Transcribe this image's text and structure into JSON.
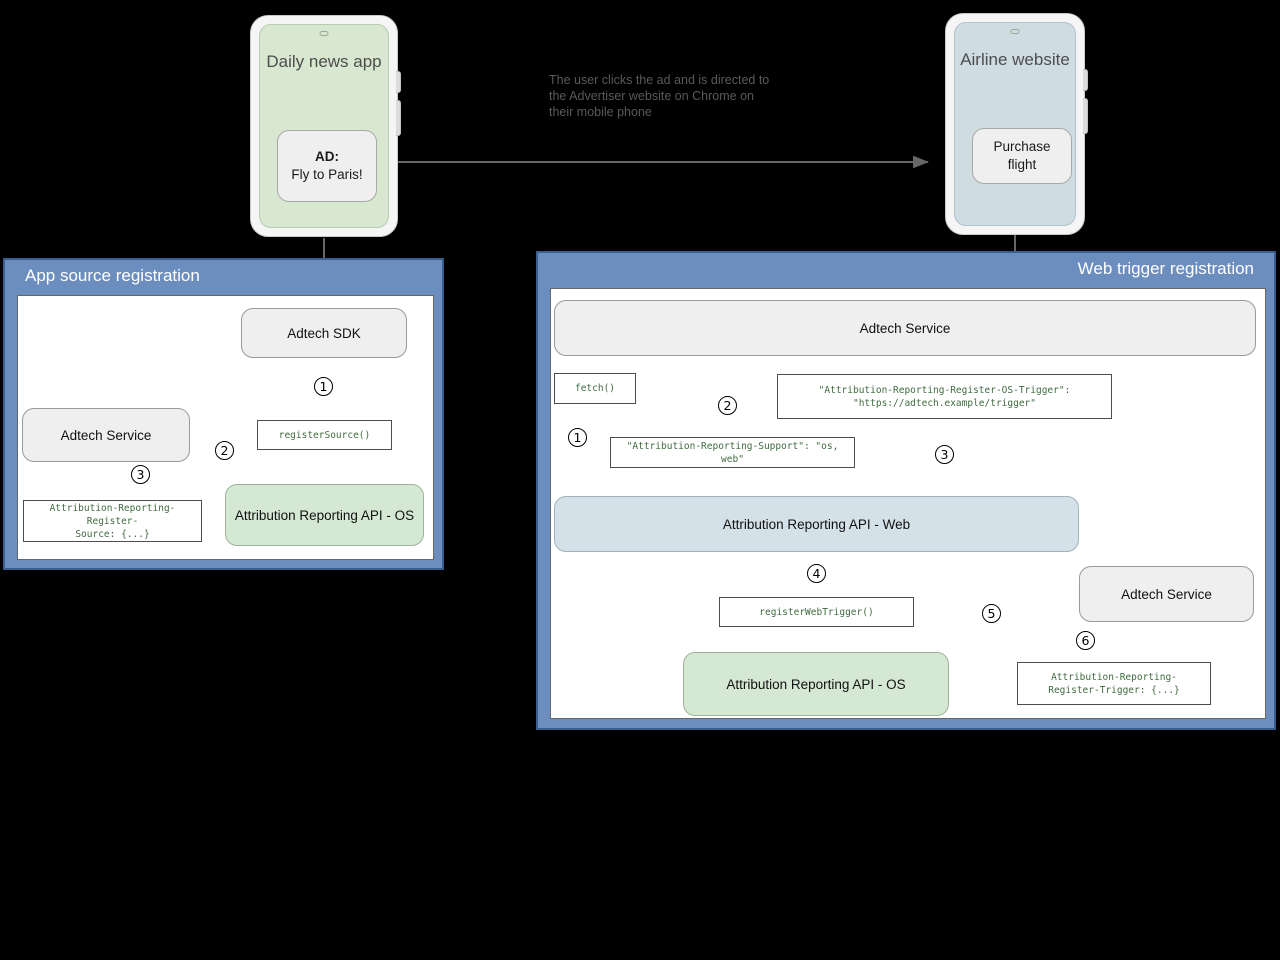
{
  "devices": [
    {
      "name": "daily-news-phone",
      "title": "Daily news\napp",
      "card_line1": "AD:",
      "card_line2": "Fly to Paris!",
      "screen_color": "#d8e8d0"
    },
    {
      "name": "airline-phone",
      "title": "Airline\nwebsite",
      "card_line1": "Purchase",
      "card_line2": "flight",
      "screen_color": "#cfdde3"
    }
  ],
  "annotation": "The user clicks the ad and is directed to\nthe Advertiser website on Chrome on\ntheir mobile phone",
  "panels": {
    "left": {
      "title": "App source registration",
      "accent": "#6c8ebf",
      "nodes": {
        "adtech_sdk": "Adtech SDK",
        "adtech_service": "Adtech Service",
        "ar_api_os": "Attribution Reporting API - OS"
      },
      "codeboxes": {
        "register_source": "registerSource()",
        "register_source_header": "Attribution-Reporting-Register-\nSource: {...}"
      },
      "steps": [
        "1",
        "2",
        "3"
      ]
    },
    "right": {
      "title": "Web trigger registration",
      "accent": "#6c8ebf",
      "nodes": {
        "adtech_service_top": "Adtech Service",
        "ar_api_web": "Attribution Reporting API - Web",
        "ar_api_os": "Attribution Reporting API - OS",
        "adtech_service_bottom": "Adtech Service"
      },
      "codeboxes": {
        "fetch": "fetch()",
        "os_trigger_header": "\"Attribution-Reporting-Register-OS-Trigger\":\n\"https://adtech.example/trigger\"",
        "support_header": "\"Attribution-Reporting-Support\": \"os, web\"",
        "register_web_trigger": "registerWebTrigger()",
        "register_trigger_header": "Attribution-Reporting-\nRegister-Trigger: {...}"
      },
      "steps": [
        "1",
        "2",
        "3",
        "4",
        "5",
        "6"
      ]
    }
  },
  "colors": {
    "panel_blue": "#6c8ebf",
    "node_green": "#d5e8d4",
    "node_blue": "#d4e1e8",
    "node_grey": "#efefef",
    "code_text": "#3f6b3f",
    "arrow": "#666666",
    "background": "#000000"
  }
}
